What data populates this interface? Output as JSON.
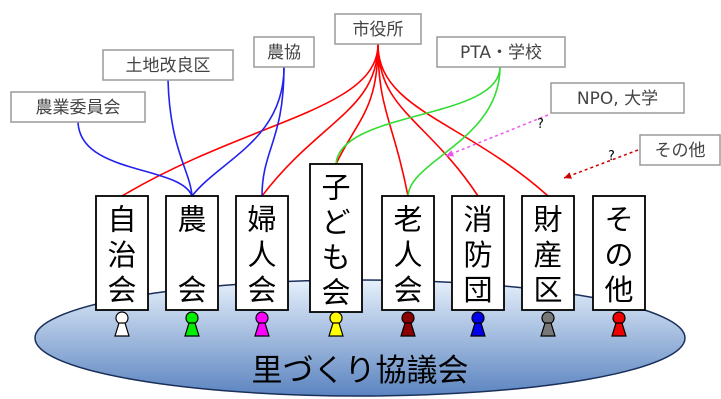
{
  "external_orgs": [
    {
      "id": "shiyakusho",
      "label": "市役所"
    },
    {
      "id": "nokyo",
      "label": "農協"
    },
    {
      "id": "tochi",
      "label": "土地改良区"
    },
    {
      "id": "pta",
      "label": "PTA・学校"
    },
    {
      "id": "nogyo",
      "label": "農業委員会"
    },
    {
      "id": "npo",
      "label": "NPO, 大学"
    },
    {
      "id": "sonota_ext",
      "label": "その他"
    }
  ],
  "member_groups": [
    {
      "id": "jichikai",
      "label": "自治会",
      "chars": [
        "自",
        "治",
        "会"
      ],
      "figure_color": "#ffffff"
    },
    {
      "id": "nokai",
      "label": "農　会",
      "chars": [
        "農",
        "",
        "会"
      ],
      "figure_color": "#00ee00"
    },
    {
      "id": "fujinkai",
      "label": "婦人会",
      "chars": [
        "婦",
        "人",
        "会"
      ],
      "figure_color": "#ff00ff"
    },
    {
      "id": "kodomokai",
      "label": "子ども会",
      "chars": [
        "子",
        "ど",
        "も",
        "会"
      ],
      "figure_color": "#ffff00"
    },
    {
      "id": "rojinkai",
      "label": "老人会",
      "chars": [
        "老",
        "人",
        "会"
      ],
      "figure_color": "#8b0000"
    },
    {
      "id": "shobodan",
      "label": "消防団",
      "chars": [
        "消",
        "防",
        "団"
      ],
      "figure_color": "#0000ee"
    },
    {
      "id": "zaisanku",
      "label": "財産区",
      "chars": [
        "財",
        "産",
        "区"
      ],
      "figure_color": "#777777"
    },
    {
      "id": "sonota",
      "label": "その他",
      "chars": [
        "そ",
        "の",
        "他"
      ],
      "figure_color": "#ee0000"
    }
  ],
  "council": {
    "label": "里づくり協議会"
  },
  "unknown_markers": [
    {
      "target": "npo",
      "text": "?"
    },
    {
      "target": "sonota_ext",
      "text": "?"
    }
  ],
  "colors": {
    "shiyakusho_lines": "#ff0000",
    "nokyo_lines": "#2222ee",
    "tochi_lines": "#2222ee",
    "nogyo_lines": "#2222ee",
    "pta_lines": "#33dd33",
    "npo_arrow": "#ee55ee",
    "sonota_arrow": "#cc0000",
    "ellipse_top": "#e6f0fb",
    "ellipse_bottom": "#5b84c0"
  }
}
